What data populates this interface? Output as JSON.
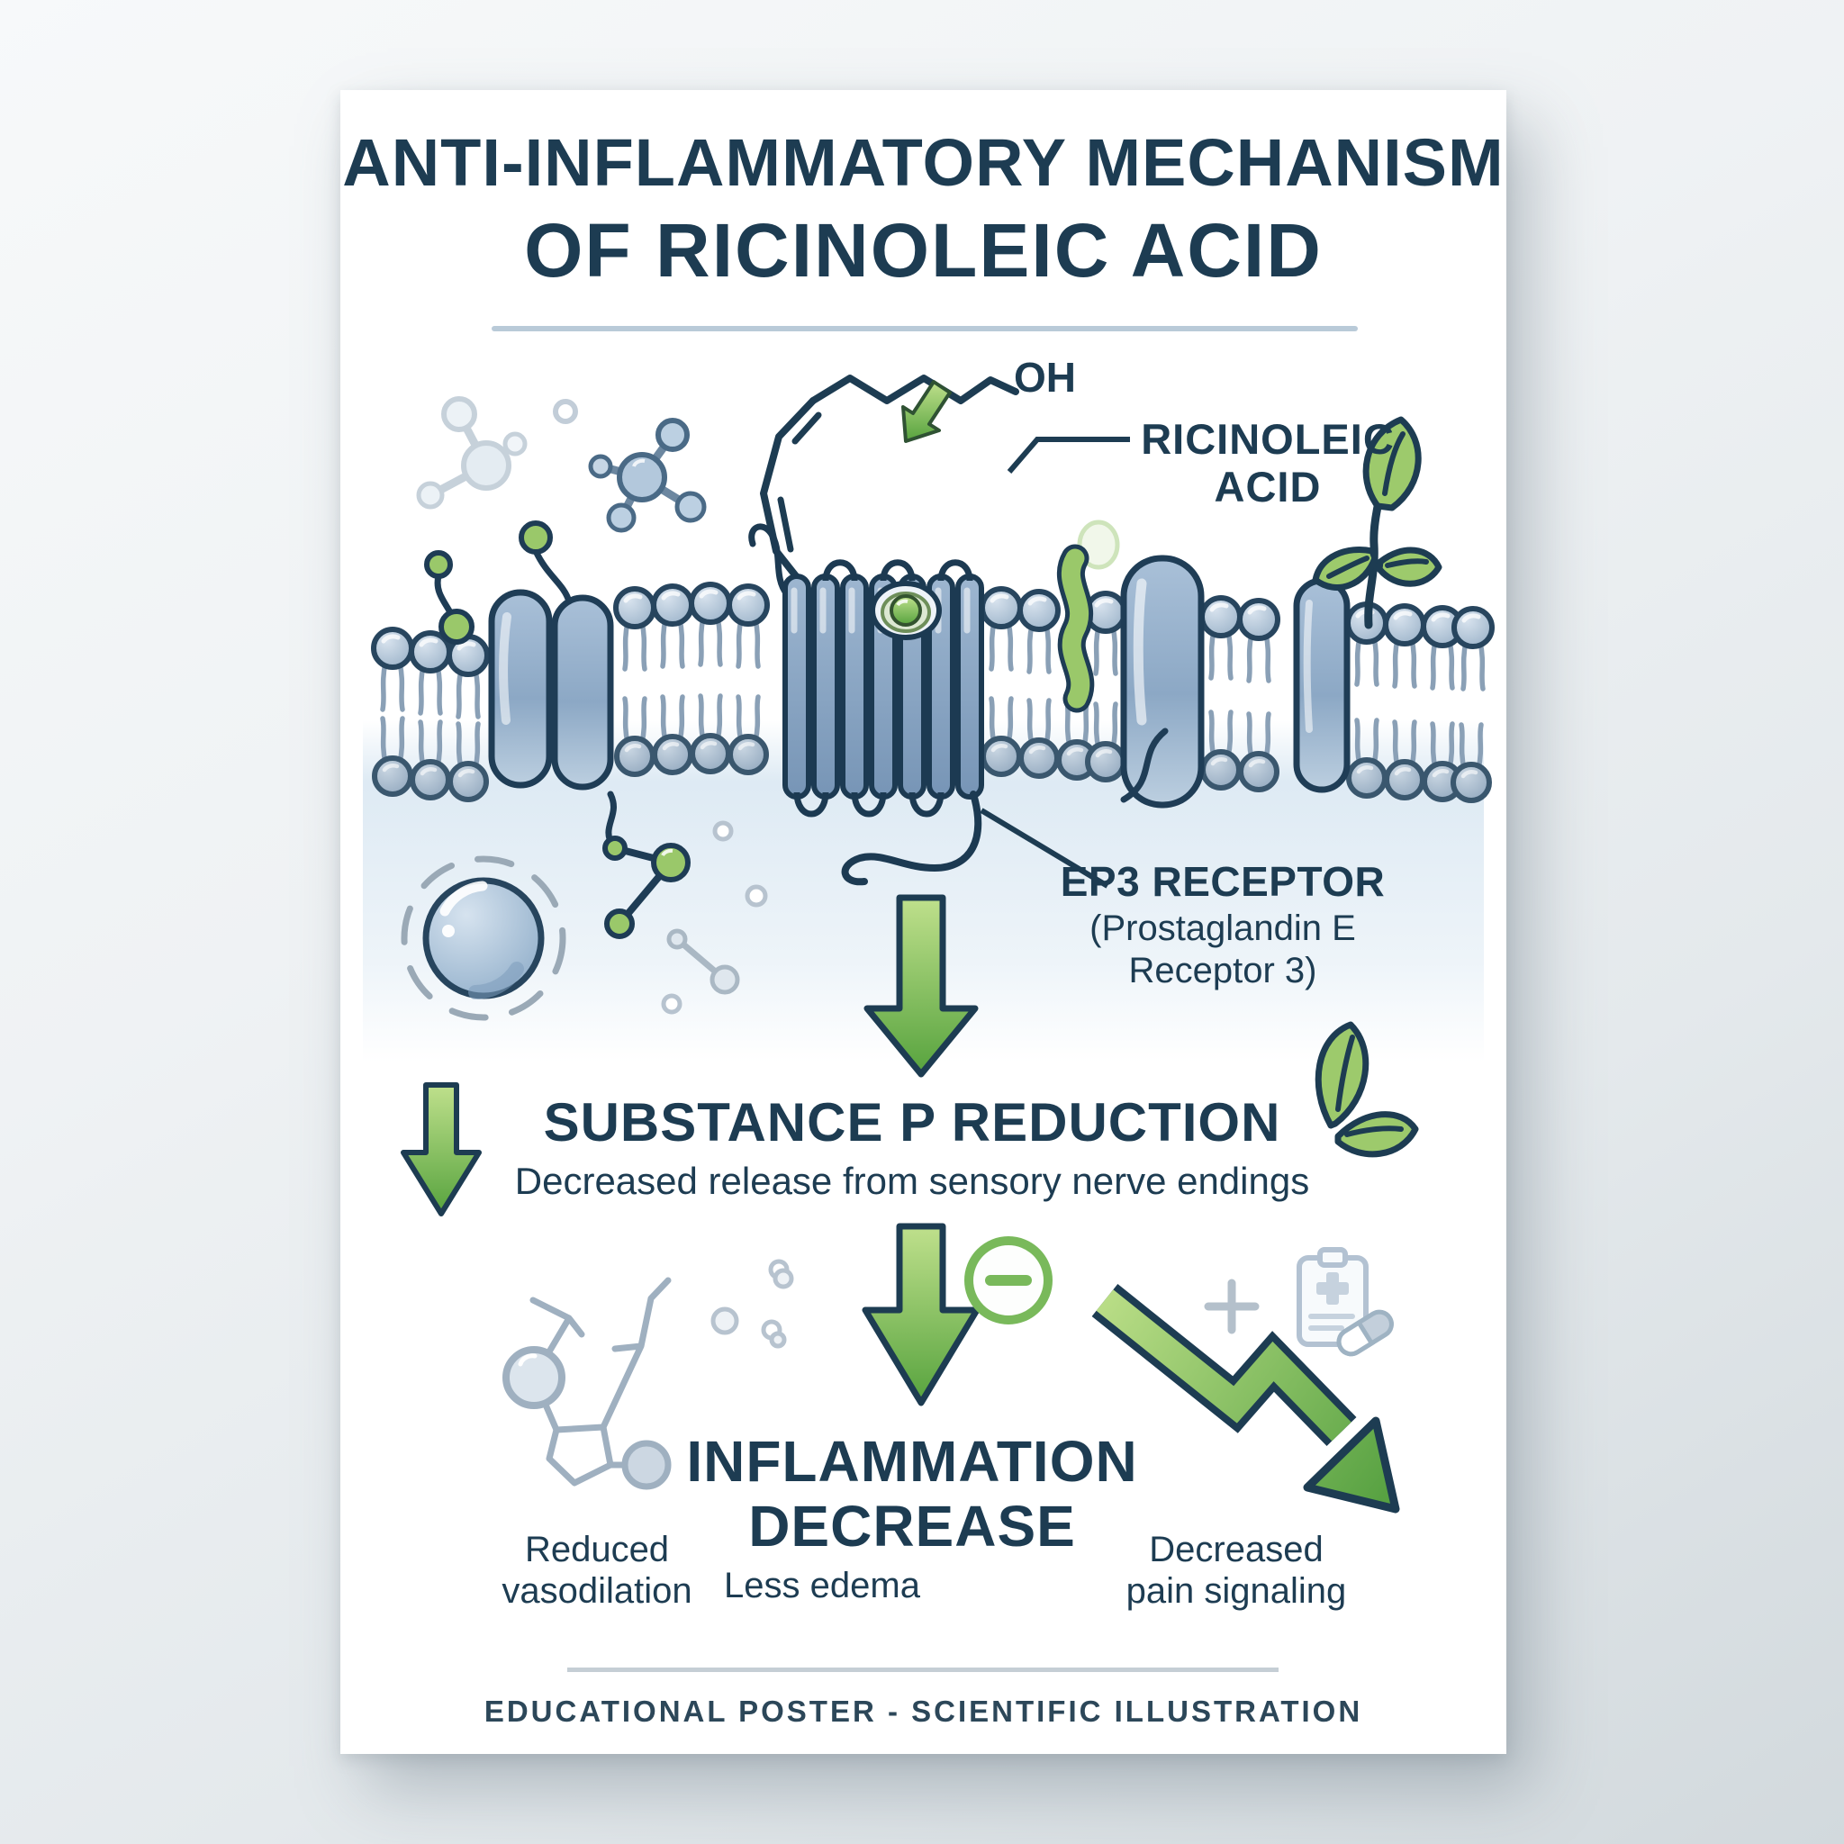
{
  "poster": {
    "title": {
      "line1": "ANTI-INFLAMMATORY MECHANISM",
      "line2": "OF RICINOLEIC ACID"
    },
    "molecule": {
      "oh": "OH",
      "name1": "RICINOLEIC",
      "name2": "ACID"
    },
    "receptor": {
      "name": "EP3 RECEPTOR",
      "sub1": "(Prostaglandin E",
      "sub2": "Receptor 3)"
    },
    "step1": {
      "title": "SUBSTANCE P REDUCTION",
      "subtitle": "Decreased release from sensory nerve endings"
    },
    "step2": {
      "line1": "INFLAMMATION",
      "line2": "DECREASE"
    },
    "outcomes": [
      {
        "line1": "Reduced",
        "line2": "vasodilation"
      },
      {
        "line1": "Less edema",
        "line2": ""
      },
      {
        "line1": "Decreased",
        "line2": "pain signaling"
      }
    ],
    "footer": "EDUCATIONAL POSTER - SCIENTIFIC ILLUSTRATION",
    "icons": [
      "leaf-sprout-icon",
      "leaf-pair-icon",
      "minus-circle-icon",
      "down-arrow-icon",
      "decline-arrow-icon",
      "clipboard-medical-icon",
      "pill-icon",
      "plus-icon",
      "cell-sphere-icon",
      "molecule-icon"
    ],
    "colors": {
      "navy": "#1d3c52",
      "green": "#6fb54d",
      "green-light": "#bfe08c",
      "green-dark": "#4f9a3f",
      "green-ring": "#79b95b",
      "leaf": "#97c868",
      "protein-light": "#bccfe0",
      "protein-dark": "#87a3c2",
      "head-light": "#cfdce9",
      "head-dark": "#9db4ca",
      "tail": "#8aa0b6",
      "muted": "#aab8c4",
      "icon-gray": "#b3c2d2",
      "divider": "#b9cad8",
      "cyto": "#e2ecf4",
      "paper": "#ffffff"
    }
  }
}
